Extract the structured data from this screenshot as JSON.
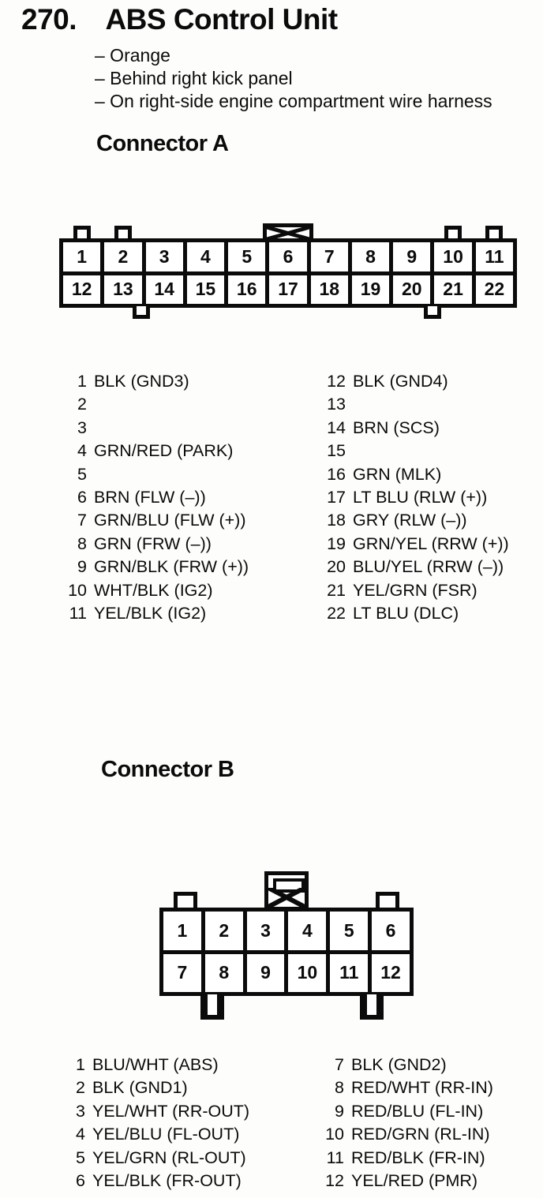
{
  "colors": {
    "ink": "#0b0b0b",
    "paper": "#fdfdfc"
  },
  "page": {
    "number": "270.",
    "title": "ABS Control Unit",
    "notes": [
      "– Orange",
      "– Behind right kick panel",
      "– On right-side engine compartment wire harness"
    ]
  },
  "connector_a": {
    "heading": "Connector A",
    "pins_top_row": [
      "1",
      "2",
      "3",
      "4",
      "5",
      "6",
      "7",
      "8",
      "9",
      "10",
      "11"
    ],
    "pins_bottom_row": [
      "12",
      "13",
      "14",
      "15",
      "16",
      "17",
      "18",
      "19",
      "20",
      "21",
      "22"
    ],
    "pin_list_left": [
      {
        "num": "1",
        "desc": "BLK (GND3)"
      },
      {
        "num": "2",
        "desc": ""
      },
      {
        "num": "3",
        "desc": ""
      },
      {
        "num": "4",
        "desc": "GRN/RED (PARK)"
      },
      {
        "num": "5",
        "desc": ""
      },
      {
        "num": "6",
        "desc": "BRN (FLW (–))"
      },
      {
        "num": "7",
        "desc": "GRN/BLU (FLW (+))"
      },
      {
        "num": "8",
        "desc": "GRN (FRW (–))"
      },
      {
        "num": "9",
        "desc": "GRN/BLK (FRW (+))"
      },
      {
        "num": "10",
        "desc": "WHT/BLK (IG2)"
      },
      {
        "num": "11",
        "desc": "YEL/BLK (IG2)"
      }
    ],
    "pin_list_right": [
      {
        "num": "12",
        "desc": "BLK (GND4)"
      },
      {
        "num": "13",
        "desc": ""
      },
      {
        "num": "14",
        "desc": "BRN (SCS)"
      },
      {
        "num": "15",
        "desc": ""
      },
      {
        "num": "16",
        "desc": "GRN (MLK)"
      },
      {
        "num": "17",
        "desc": "LT BLU (RLW (+))"
      },
      {
        "num": "18",
        "desc": "GRY (RLW (–))"
      },
      {
        "num": "19",
        "desc": "GRN/YEL (RRW (+))"
      },
      {
        "num": "20",
        "desc": "BLU/YEL (RRW (–))"
      },
      {
        "num": "21",
        "desc": "YEL/GRN (FSR)"
      },
      {
        "num": "22",
        "desc": "LT BLU (DLC)"
      }
    ]
  },
  "connector_b": {
    "heading": "Connector B",
    "pins_top_row": [
      "1",
      "2",
      "3",
      "4",
      "5",
      "6"
    ],
    "pins_bottom_row": [
      "7",
      "8",
      "9",
      "10",
      "11",
      "12"
    ],
    "pin_list_left": [
      {
        "num": "1",
        "desc": "BLU/WHT (ABS)"
      },
      {
        "num": "2",
        "desc": "BLK (GND1)"
      },
      {
        "num": "3",
        "desc": "YEL/WHT (RR-OUT)"
      },
      {
        "num": "4",
        "desc": "YEL/BLU (FL-OUT)"
      },
      {
        "num": "5",
        "desc": "YEL/GRN (RL-OUT)"
      },
      {
        "num": "6",
        "desc": "YEL/BLK (FR-OUT)"
      }
    ],
    "pin_list_right": [
      {
        "num": "7",
        "desc": "BLK (GND2)"
      },
      {
        "num": "8",
        "desc": "RED/WHT (RR-IN)"
      },
      {
        "num": "9",
        "desc": "RED/BLU (FL-IN)"
      },
      {
        "num": "10",
        "desc": "RED/GRN (RL-IN)"
      },
      {
        "num": "11",
        "desc": "RED/BLK (FR-IN)"
      },
      {
        "num": "12",
        "desc": "YEL/RED (PMR)"
      }
    ]
  }
}
